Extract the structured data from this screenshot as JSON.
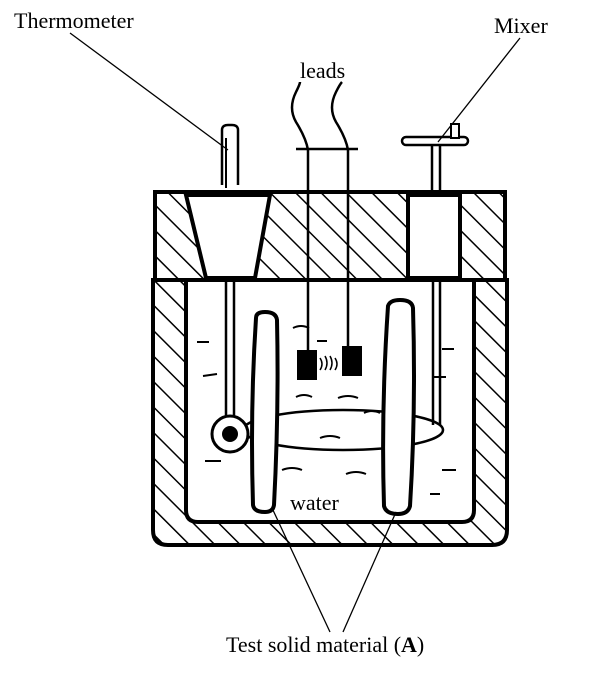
{
  "labels": {
    "thermometer": "Thermometer",
    "mixer": "Mixer",
    "leads": "leads",
    "water": "water",
    "test_material_text": "Test solid material (",
    "test_material_letter": "A",
    "test_material_close": ")"
  },
  "colors": {
    "ink": "#000000",
    "background": "#ffffff"
  }
}
